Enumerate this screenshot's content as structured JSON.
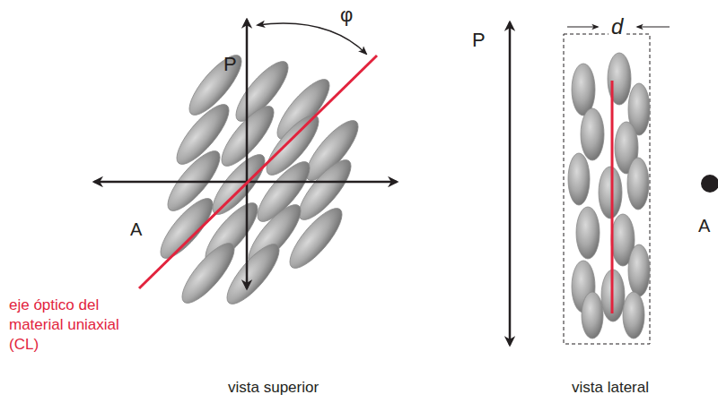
{
  "diagram": {
    "labels": [
      "P",
      "φ",
      "A",
      "eje óptico del material uniaxial (CL)",
      "vista superior",
      "P",
      "d",
      "A",
      "vista lateral"
    ]
  }
}
